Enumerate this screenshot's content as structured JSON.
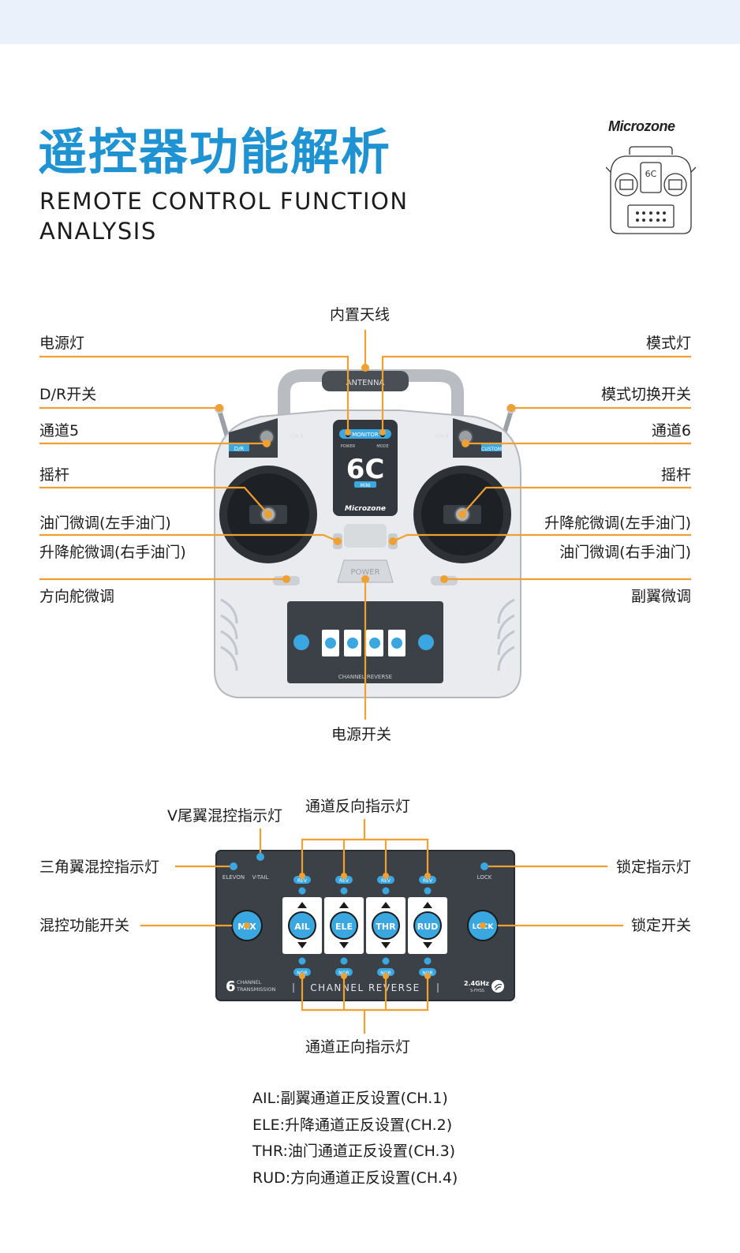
{
  "header": {
    "title_zh": "遥控器功能解析",
    "title_en_line1": "REMOTE CONTROL FUNCTION",
    "title_en_line2": "ANALYSIS",
    "brand": "Microzone"
  },
  "transmitter": {
    "antenna_label": "ANTENNA",
    "monitor_label": "MONITOR",
    "power_small": "POWER",
    "mode_small": "MODE",
    "model": "6C",
    "model_sub": "MINI",
    "brand": "Microzone",
    "power_button": "POWER",
    "ch5": "CH.5",
    "ch6": "CH.4",
    "dr": "D/R",
    "custom": "CUSTOM"
  },
  "callouts": {
    "antenna": "内置天线",
    "power_led": "电源灯",
    "mode_led": "模式灯",
    "dr_switch": "D/R开关",
    "mode_switch": "模式切换开关",
    "ch5": "通道5",
    "ch6": "通道6",
    "stick_left": "摇杆",
    "stick_right": "摇杆",
    "throttle_trim_left": "油门微调(左手油门)",
    "elevator_trim_left": "升降舵微调(左手油门)",
    "elevator_trim_right": "升降舵微调(右手油门)",
    "throttle_trim_right": "油门微调(右手油门)",
    "rudder_trim": "方向舵微调",
    "aileron_trim": "副翼微调",
    "power_switch": "电源开关"
  },
  "panel": {
    "elevon": "ELEVON",
    "vtail": "V-TAIL",
    "lock_small": "LOCK",
    "rev": "REV",
    "nor": "NOR",
    "mix": "MIX",
    "lock": "LOCK",
    "channels": [
      "AIL",
      "ELE",
      "THR",
      "RUD"
    ],
    "six": "6",
    "channel_word": "CHANNEL",
    "transmission": "TRANSMISSION",
    "channel_reverse": "CHANNEL REVERSE",
    "ghz": "2.4GHz",
    "fhss": "S-FHSS"
  },
  "panel_callouts": {
    "vtail_led": "V尾翼混控指示灯",
    "reverse_led": "通道反向指示灯",
    "elevon_led": "三角翼混控指示灯",
    "lock_led": "锁定指示灯",
    "mix_switch": "混控功能开关",
    "lock_switch": "锁定开关",
    "normal_led": "通道正向指示灯"
  },
  "notes": [
    "AIL:副翼通道正反设置(CH.1)",
    "ELE:升降通道正反设置(CH.2)",
    "THR:油门通道正反设置(CH.3)",
    "RUD:方向通道正反设置(CH.4)"
  ],
  "colors": {
    "accent_blue": "#1f93d2",
    "callout_orange": "#f0a030",
    "panel_dark": "#3c4147",
    "led_blue": "#3aa7e0"
  }
}
